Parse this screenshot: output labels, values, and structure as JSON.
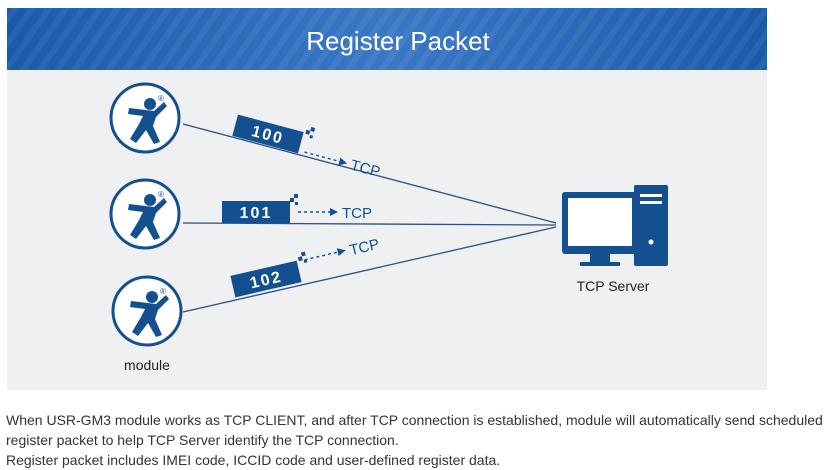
{
  "diagram": {
    "title": "Register Packet",
    "colors": {
      "header_dark": "#1a5aaa",
      "header_light": "#3f7cc8",
      "panel": "#eef0f2",
      "accent": "#14508f",
      "line": "#2f4f86",
      "text": "#222222"
    },
    "modules": [
      {
        "packet": "100",
        "protocol": "TCP"
      },
      {
        "packet": "101",
        "protocol": "TCP"
      },
      {
        "packet": "102",
        "protocol": "TCP"
      }
    ],
    "module_label": "module",
    "server_label": "TCP Server",
    "registered_mark": "®"
  },
  "description": {
    "line1": "When USR-GM3 module works as TCP CLIENT, and after TCP connection is established, module will automatically send scheduled",
    "line2": "register packet to help TCP Server identify the TCP connection.",
    "line3": "Register packet includes IMEI code, ICCID code and user-defined register data."
  }
}
